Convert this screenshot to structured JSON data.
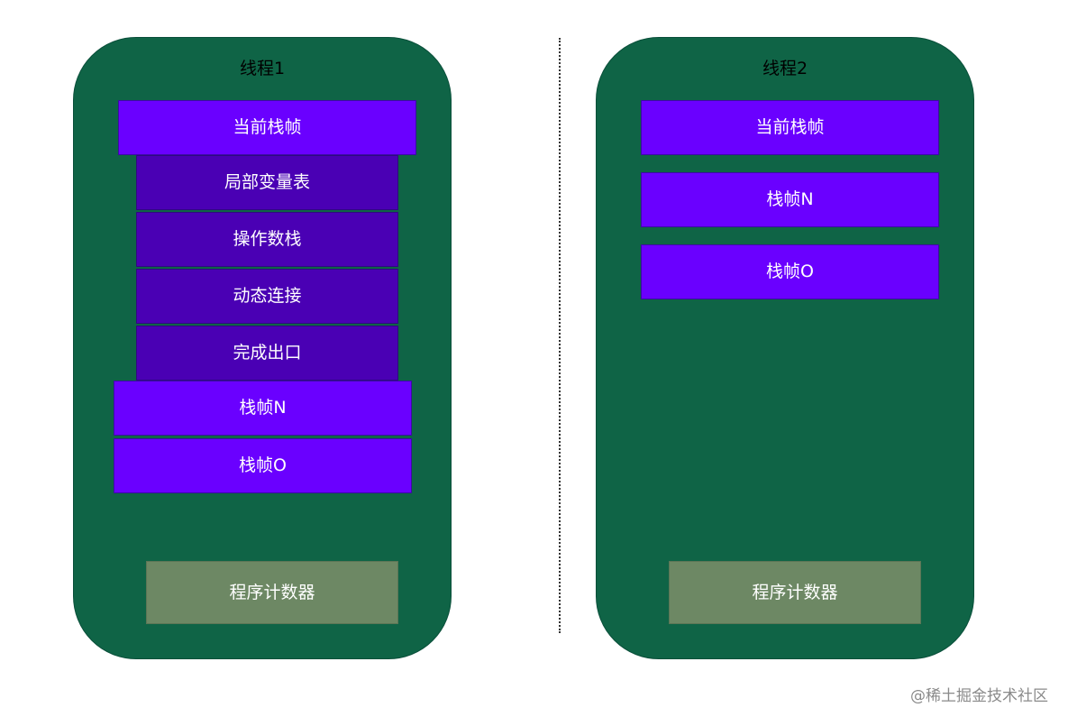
{
  "thread1": {
    "title": "线程1",
    "current_frame": "当前栈帧",
    "frame_parts": [
      "局部变量表",
      "操作数栈",
      "动态连接",
      "完成出口"
    ],
    "frame_n": "栈帧N",
    "frame_o": "栈帧O",
    "pc": "程序计数器"
  },
  "thread2": {
    "title": "线程2",
    "current_frame": "当前栈帧",
    "frame_n": "栈帧N",
    "frame_o": "栈帧O",
    "pc": "程序计数器"
  },
  "watermark": "@稀土掘金技术社区",
  "colors": {
    "thread_bg": "#0f6446",
    "frame": "#6a00ff",
    "frame_part": "#4a00b4",
    "pc": "#6d8864"
  }
}
